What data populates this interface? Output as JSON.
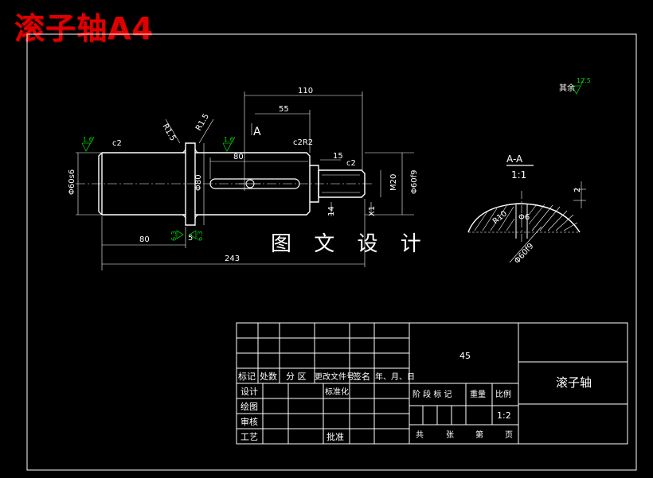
{
  "header": {
    "title": "滚子轴A4"
  },
  "watermark": "图 文 设 计",
  "colors": {
    "title": "#e00000",
    "lines": "#ffffff",
    "roughness": "#00cc00",
    "background": "#000000"
  },
  "drawing": {
    "roughness_note_label": "其余",
    "roughness_note_value": "12.5",
    "section_label": "A-A",
    "section_scale": "1:1",
    "view_label": "A",
    "dims": {
      "d110": "110",
      "d55": "55",
      "d80top": "80",
      "d15": "15",
      "c2a": "c2",
      "c2b": "c2",
      "c2r2": "c2R2",
      "r15a": "R1.5",
      "r15b": "R1.5",
      "phi60s6": "Φ60s6",
      "phi80": "Φ80",
      "m20": "M20",
      "phi60f9": "Φ60f9",
      "x1": "X1",
      "d14": "14",
      "d80bot": "80",
      "d5": "5",
      "d243": "243",
      "d2": "2",
      "r10": "R10",
      "phi6": "Φ6",
      "phi60f9b": "Φ60f9"
    },
    "roughness": {
      "r1": "1.6",
      "r2": "1.6",
      "r3": "6.3",
      "r4": "6.3"
    }
  },
  "title_block": {
    "material": "45",
    "part_name": "滚子轴",
    "scale": "1:2",
    "rev_headers": [
      "标记",
      "处数",
      "分 区",
      "更改文件号",
      "签名",
      "年、月、日"
    ],
    "roles": [
      "设计",
      "绘图",
      "审核",
      "工艺"
    ],
    "std_label": "标准化",
    "approve_label": "批准",
    "stage_headers": [
      "阶 段 标 记",
      "重量",
      "比例"
    ],
    "sheet_info": [
      "共",
      "张",
      "第",
      "页"
    ]
  }
}
